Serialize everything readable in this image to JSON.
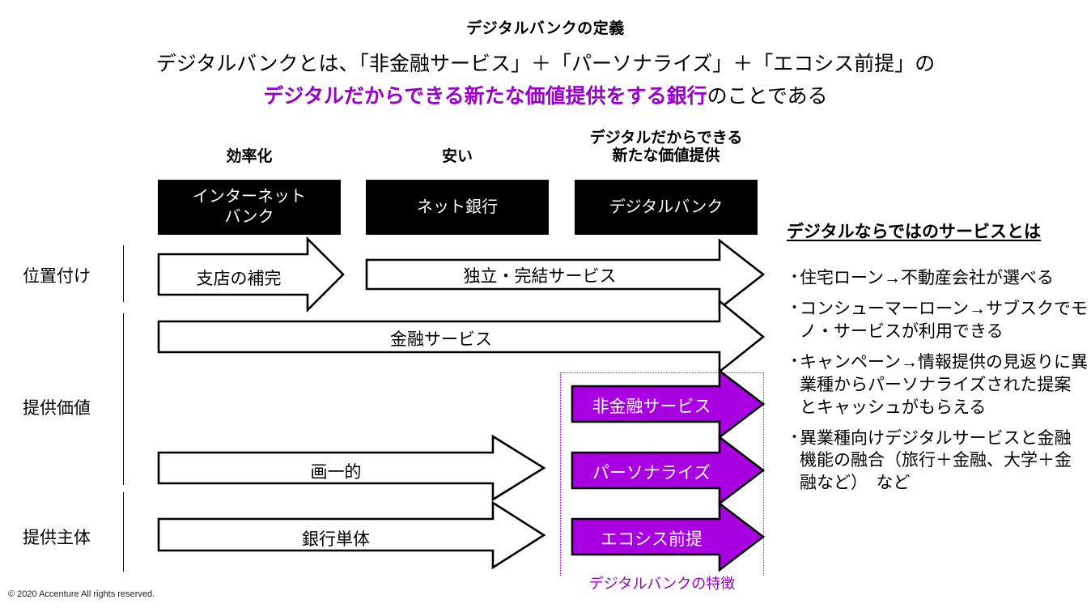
{
  "title": "デジタルバンクの定義",
  "subtitle_line1": "デジタルバンクとは、「非金融サービス」＋「パーソナライズ」＋「エコシス前提」の",
  "subtitle_line2_highlight": "デジタルだからできる新たな価値提供をする銀行",
  "subtitle_line2_tail": "のことである",
  "colors": {
    "purple": "#9900CC",
    "arrow_purple": "#A800E0",
    "dotted_border": "#A020C8",
    "black": "#000000"
  },
  "columns": [
    {
      "header": "効率化",
      "box": "インターネット\nバンク"
    },
    {
      "header": "安い",
      "box": "ネット銀行"
    },
    {
      "header": "デジタルだからできる\n新たな価値提供",
      "box": "デジタルバンク"
    }
  ],
  "row_labels": [
    "位置付け",
    "提供価値",
    "提供主体"
  ],
  "white_arrows": [
    {
      "id": "shiten",
      "label": "支店の補完"
    },
    {
      "id": "dokuritsu",
      "label": "独立・完結サービス"
    },
    {
      "id": "kinyu",
      "label": "金融サービス"
    },
    {
      "id": "kakuitsu",
      "label": "画一的"
    },
    {
      "id": "ginko",
      "label": "銀行単体"
    }
  ],
  "purple_arrows": [
    {
      "label": "非金融サービス"
    },
    {
      "label": "パーソナライズ"
    },
    {
      "label": "エコシス前提"
    }
  ],
  "feature_box_label": "デジタルバンクの特徴",
  "right_panel": {
    "heading": "デジタルならではのサービスとは",
    "bullet_marker": "・",
    "bullets": [
      "住宅ローン→不動産会社が選べる",
      "コンシューマーローン→サブスクでモノ・サービスが利用できる",
      "キャンペーン→情報提供の見返りに異業種からパーソナライズされた提案とキャッシュがもらえる",
      "異業種向けデジタルサービスと金融機能の融合（旅行＋金融、大学＋金融など）　など"
    ]
  },
  "footer": "© 2020 Accenture  All rights reserved."
}
